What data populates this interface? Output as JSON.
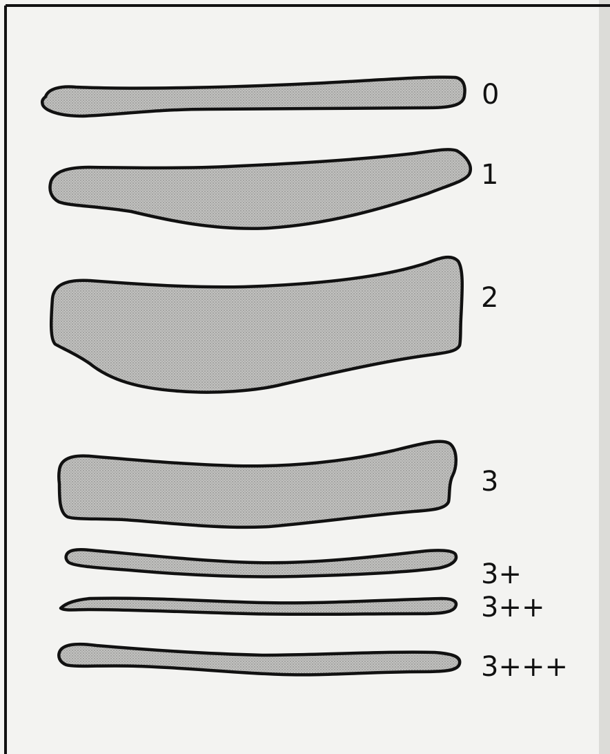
{
  "diagram": {
    "bands": [
      {
        "grade": "0"
      },
      {
        "grade": "1"
      },
      {
        "grade": "2"
      },
      {
        "grade": "3"
      },
      {
        "grade": "3+"
      },
      {
        "grade": "3++"
      },
      {
        "grade": "3+++"
      }
    ]
  }
}
